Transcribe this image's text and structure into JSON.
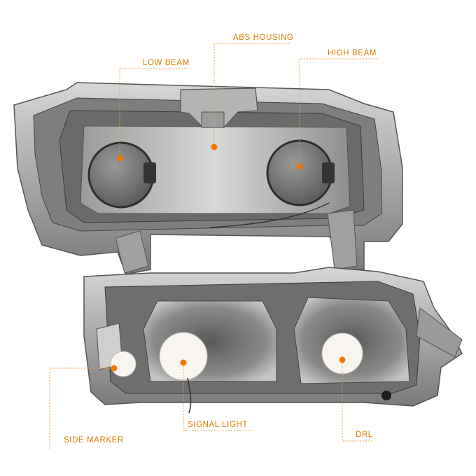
{
  "labels": {
    "low_beam": "LOW BEAM",
    "abs_housing": "ABS HOUSING",
    "high_beam": "HIGH BEAM",
    "side_marker": "SIDE MARKER",
    "signal_light": "SIGNAL LIGHT",
    "drl": "DRL"
  },
  "colors": {
    "accent": "#f07800",
    "leader": "#f0a040",
    "housing": "#8c8c8c",
    "background": "#ffffff"
  }
}
